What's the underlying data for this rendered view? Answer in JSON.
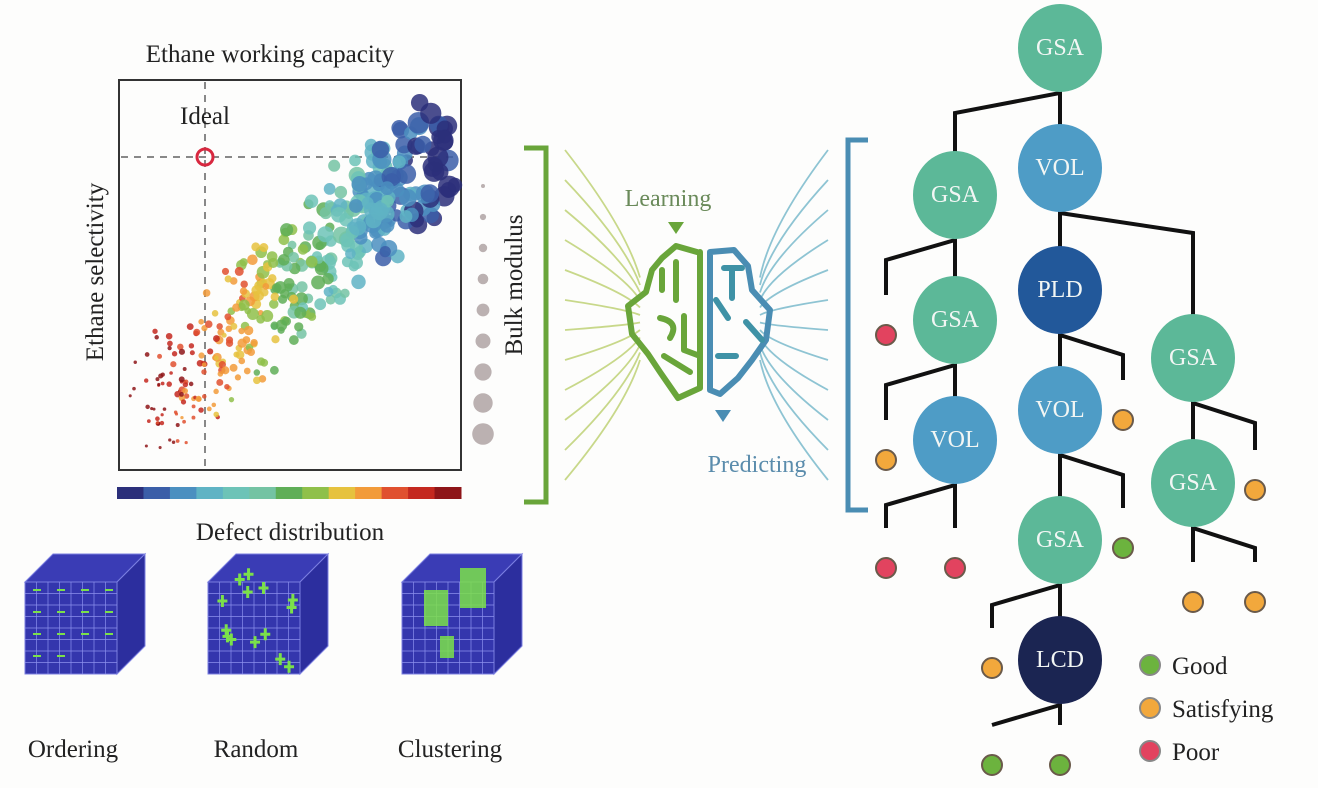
{
  "scatter": {
    "title": "Ethane working capacity",
    "ylabel": "Ethane selectivity",
    "ideal_label": "Ideal",
    "colorbar_label": "Defect distribution",
    "size_label": "Bulk modulus",
    "colorbar_colors": [
      "#2b2f7a",
      "#3b5ea8",
      "#4b8fc0",
      "#5fb3c4",
      "#6dc3b7",
      "#74c3a3",
      "#5fae57",
      "#8fc04a",
      "#e6c23e",
      "#f29b3a",
      "#e0502f",
      "#c4281f",
      "#8e1518"
    ]
  },
  "brain": {
    "learning_label": "Learning",
    "predicting_label": "Predicting",
    "learn_color": "#69a53a",
    "predict_color": "#4a8db3"
  },
  "cubes": [
    {
      "label": "Ordering"
    },
    {
      "label": "Random"
    },
    {
      "label": "Clustering"
    }
  ],
  "tree": {
    "nodes": [
      {
        "id": "n0",
        "label": "GSA",
        "type": "gsa"
      },
      {
        "id": "n1",
        "label": "VOL",
        "type": "vol"
      },
      {
        "id": "n2",
        "label": "GSA",
        "type": "gsa"
      },
      {
        "id": "n3",
        "label": "GSA",
        "type": "gsa"
      },
      {
        "id": "n4",
        "label": "VOL",
        "type": "vol"
      },
      {
        "id": "n5",
        "label": "PLD",
        "type": "pld"
      },
      {
        "id": "n6",
        "label": "VOL",
        "type": "vol"
      },
      {
        "id": "n7",
        "label": "GSA",
        "type": "gsa"
      },
      {
        "id": "n8",
        "label": "LCD",
        "type": "lcd"
      },
      {
        "id": "n9",
        "label": "GSA",
        "type": "gsa"
      },
      {
        "id": "n10",
        "label": "GSA",
        "type": "gsa"
      }
    ],
    "leaves": [
      "poor",
      "satisfying",
      "poor",
      "poor",
      "satisfying",
      "good",
      "satisfying",
      "good",
      "good",
      "satisfying",
      "satisfying",
      "satisfying"
    ],
    "node_colors": {
      "gsa": "#5cb898",
      "vol": "#4e9cc6",
      "pld": "#22589a",
      "lcd": "#1b2552"
    },
    "leaf_colors": {
      "good": "#6cb33e",
      "satisfying": "#f2a83c",
      "poor": "#e2435f"
    },
    "legend": [
      {
        "key": "good",
        "label": "Good"
      },
      {
        "key": "satisfying",
        "label": "Satisfying"
      },
      {
        "key": "poor",
        "label": "Poor"
      }
    ]
  }
}
